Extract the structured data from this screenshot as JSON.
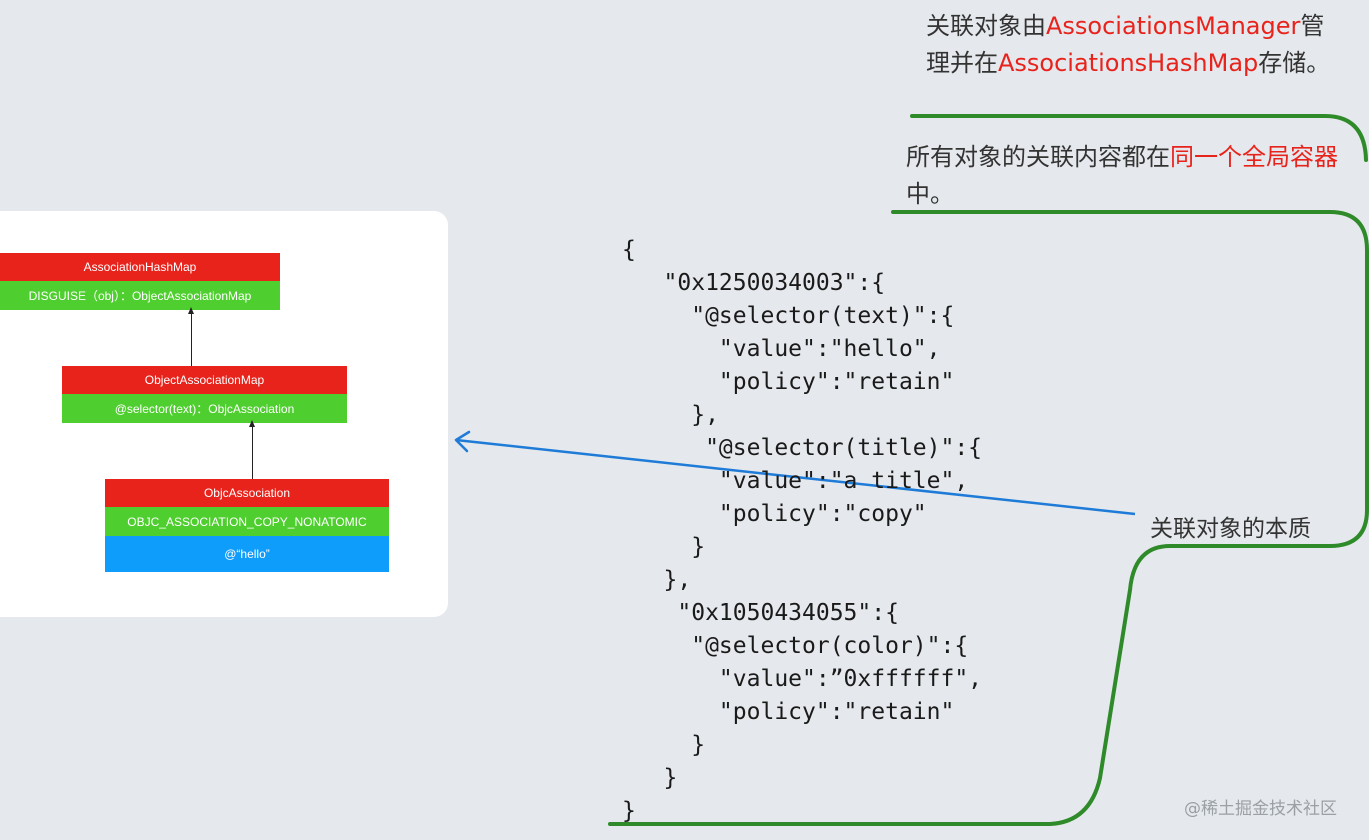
{
  "diagram": {
    "blocks": [
      {
        "header": "AssociationHashMap",
        "rows": [
          "DISGUISE（obj）：ObjectAssociationMap"
        ]
      },
      {
        "header": "ObjectAssociationMap",
        "rows": [
          "@selector(text)：ObjcAssociation"
        ]
      },
      {
        "header": "ObjcAssociation",
        "rows": [
          "OBJC_ASSOCIATION_COPY_NONATOMIC",
          "@“hello”"
        ]
      }
    ]
  },
  "notes": {
    "note1": {
      "p1": "关联对象由",
      "h1": "AssociationsManager",
      "p2": "管理并在",
      "h2": "AssociationsHashMap",
      "p3": "存储。"
    },
    "note2": {
      "p1": "所有对象的关联内容都在",
      "h1": "同一个全局容器",
      "p2": "中。"
    },
    "note3": "关联对象的本质"
  },
  "code": "{\n   \"0x1250034003\":{\n     \"@selector(text)\":{\n       \"value\":\"hello\",\n       \"policy\":\"retain\"\n     },\n      \"@selector(title)\":{\n       \"value\":\"a title\",\n       \"policy\":\"copy\"\n     }\n   },\n    \"0x1050434055\":{\n     \"@selector(color)\":{\n       \"value\":”0xffffff\",\n       \"policy\":\"retain\"\n     }\n   }\n}",
  "watermark": "@稀土掘金技术社区",
  "colors": {
    "header_red": "#e8231c",
    "row_green": "#4fcf2f",
    "value_blue": "#0f9dfb",
    "highlight_red": "#e8231c",
    "branch_green": "#2f8a2a",
    "arrow_blue": "#1e7bd8"
  }
}
